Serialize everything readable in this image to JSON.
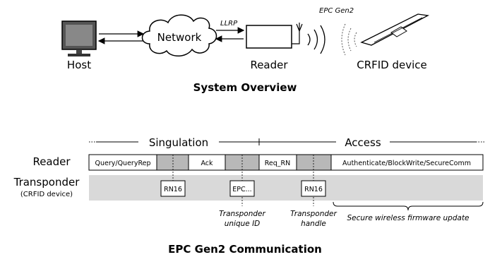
{
  "system": {
    "host_label": "Host",
    "network_label": "Network",
    "llrp_label": "LLRP",
    "epc_label": "EPC Gen2",
    "reader_label": "Reader",
    "crfid_label": "CRFID device",
    "caption": "System Overview"
  },
  "comm": {
    "singulation_label": "Singulation",
    "access_label": "Access",
    "reader_row_label": "Reader",
    "transponder_row_label": "Transponder",
    "transponder_row_sublabel": "(CRFID device)",
    "reader_cmds": {
      "query": "Query/QueryRep",
      "ack": "Ack",
      "req_rn": "Req_RN",
      "auth": "Authenticate/BlockWrite/SecureComm"
    },
    "transponder_replies": {
      "rn16_a": "RN16",
      "epc": "EPC...",
      "rn16_b": "RN16"
    },
    "annotations": {
      "unique_id_line1": "Transponder",
      "unique_id_line2": "unique ID",
      "handle_line1": "Transponder",
      "handle_line2": "handle",
      "firmware": "Secure wireless firmware update"
    },
    "caption": "EPC Gen2 Communication"
  }
}
